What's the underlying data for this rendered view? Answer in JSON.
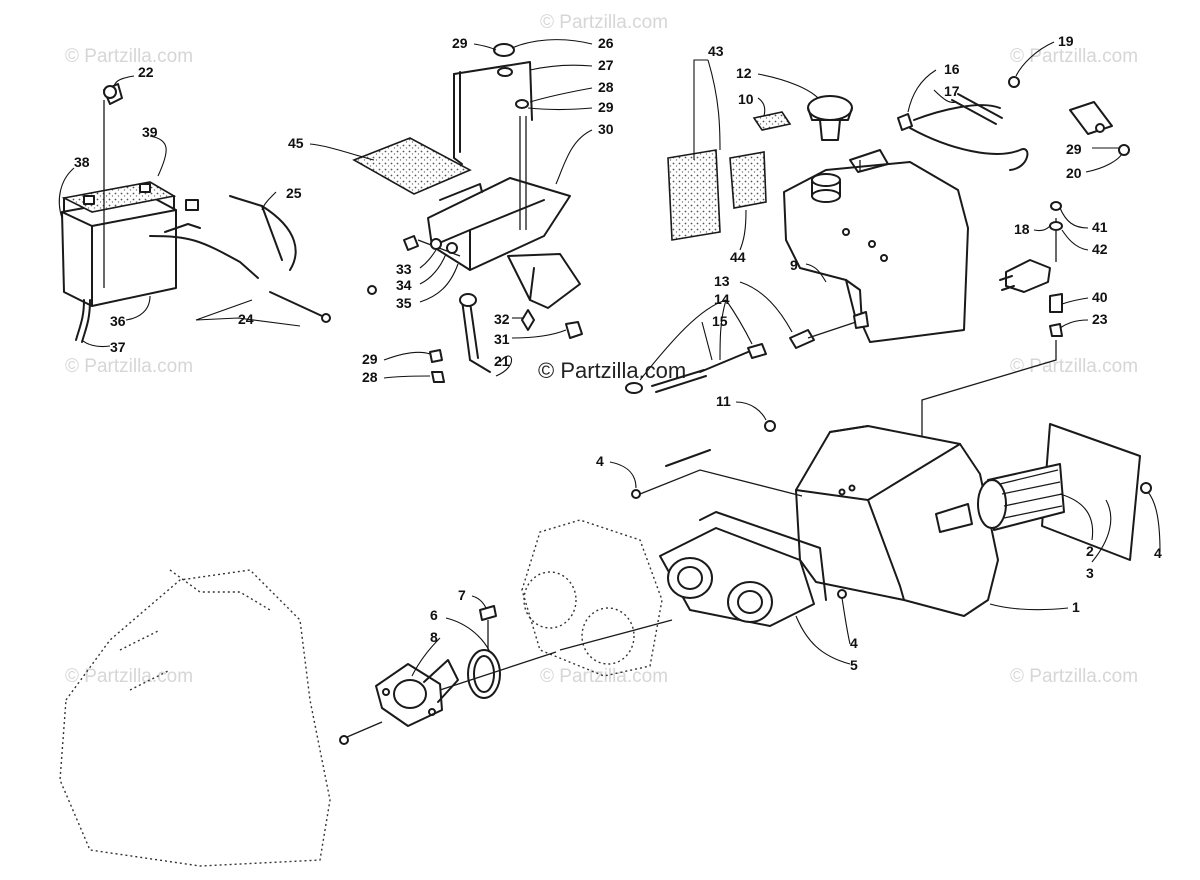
{
  "watermark": {
    "text": "© Partzilla.com"
  },
  "callouts": [
    {
      "id": "c22",
      "label": "22"
    },
    {
      "id": "c39",
      "label": "39"
    },
    {
      "id": "c38",
      "label": "38"
    },
    {
      "id": "c36",
      "label": "36"
    },
    {
      "id": "c37",
      "label": "37"
    },
    {
      "id": "c24",
      "label": "24"
    },
    {
      "id": "c25",
      "label": "25"
    },
    {
      "id": "c45",
      "label": "45"
    },
    {
      "id": "c29a",
      "label": "29"
    },
    {
      "id": "c26",
      "label": "26"
    },
    {
      "id": "c27",
      "label": "27"
    },
    {
      "id": "c28a",
      "label": "28"
    },
    {
      "id": "c29b",
      "label": "29"
    },
    {
      "id": "c30",
      "label": "30"
    },
    {
      "id": "c33",
      "label": "33"
    },
    {
      "id": "c34",
      "label": "34"
    },
    {
      "id": "c35",
      "label": "35"
    },
    {
      "id": "c32",
      "label": "32"
    },
    {
      "id": "c31",
      "label": "31"
    },
    {
      "id": "c21",
      "label": "21"
    },
    {
      "id": "c29c",
      "label": "29"
    },
    {
      "id": "c28b",
      "label": "28"
    },
    {
      "id": "c43",
      "label": "43"
    },
    {
      "id": "c12",
      "label": "12"
    },
    {
      "id": "c10",
      "label": "10"
    },
    {
      "id": "c44",
      "label": "44"
    },
    {
      "id": "c9",
      "label": "9"
    },
    {
      "id": "c13",
      "label": "13"
    },
    {
      "id": "c14",
      "label": "14"
    },
    {
      "id": "c15",
      "label": "15"
    },
    {
      "id": "c16",
      "label": "16"
    },
    {
      "id": "c17",
      "label": "17"
    },
    {
      "id": "c19",
      "label": "19"
    },
    {
      "id": "c29d",
      "label": "29"
    },
    {
      "id": "c20",
      "label": "20"
    },
    {
      "id": "c41",
      "label": "41"
    },
    {
      "id": "c18",
      "label": "18"
    },
    {
      "id": "c42",
      "label": "42"
    },
    {
      "id": "c40",
      "label": "40"
    },
    {
      "id": "c23",
      "label": "23"
    },
    {
      "id": "c11",
      "label": "11"
    },
    {
      "id": "c4a",
      "label": "4"
    },
    {
      "id": "c2",
      "label": "2"
    },
    {
      "id": "c3",
      "label": "3"
    },
    {
      "id": "c4b",
      "label": "4"
    },
    {
      "id": "c1",
      "label": "1"
    },
    {
      "id": "c4c",
      "label": "4"
    },
    {
      "id": "c5",
      "label": "5"
    },
    {
      "id": "c7",
      "label": "7"
    },
    {
      "id": "c6",
      "label": "6"
    },
    {
      "id": "c8",
      "label": "8"
    }
  ]
}
